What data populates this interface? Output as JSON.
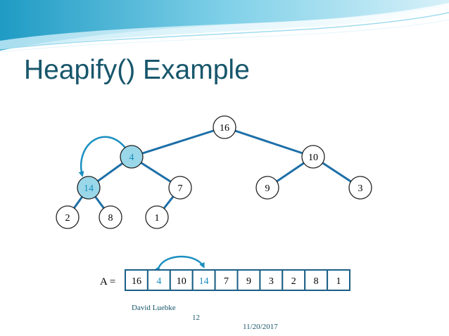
{
  "slide": {
    "title": "Heapify() Example",
    "footer_author": "David Luebke",
    "page_number": "12",
    "date": "11/20/2017"
  },
  "colors": {
    "accent": "#1a8fc0",
    "edge": "#1d6fa8",
    "title": "#17566b",
    "node_fill": "#ffffff",
    "highlight_fill": "#9ad7e9",
    "highlight_text": "#1a8fc0"
  },
  "tree": {
    "nodes": [
      {
        "id": "n1",
        "label": "16"
      },
      {
        "id": "n2",
        "label": "4",
        "highlight": true
      },
      {
        "id": "n3",
        "label": "10"
      },
      {
        "id": "n4",
        "label": "14",
        "highlight": true
      },
      {
        "id": "n5",
        "label": "7"
      },
      {
        "id": "n6",
        "label": "9"
      },
      {
        "id": "n7",
        "label": "3"
      },
      {
        "id": "n8",
        "label": "2"
      },
      {
        "id": "n9",
        "label": "8"
      },
      {
        "id": "n10",
        "label": "1"
      }
    ],
    "edges": [
      [
        "n1",
        "n2"
      ],
      [
        "n1",
        "n3"
      ],
      [
        "n2",
        "n4"
      ],
      [
        "n2",
        "n5"
      ],
      [
        "n3",
        "n6"
      ],
      [
        "n3",
        "n7"
      ],
      [
        "n4",
        "n8"
      ],
      [
        "n4",
        "n9"
      ],
      [
        "n5",
        "n10"
      ]
    ],
    "swap": [
      "n2",
      "n4"
    ]
  },
  "array": {
    "label": "A =",
    "cells": [
      {
        "value": "16"
      },
      {
        "value": "4",
        "highlight": true
      },
      {
        "value": "10"
      },
      {
        "value": "14",
        "highlight": true
      },
      {
        "value": "7"
      },
      {
        "value": "9"
      },
      {
        "value": "3"
      },
      {
        "value": "2"
      },
      {
        "value": "8"
      },
      {
        "value": "1"
      }
    ],
    "swap": [
      1,
      3
    ]
  }
}
